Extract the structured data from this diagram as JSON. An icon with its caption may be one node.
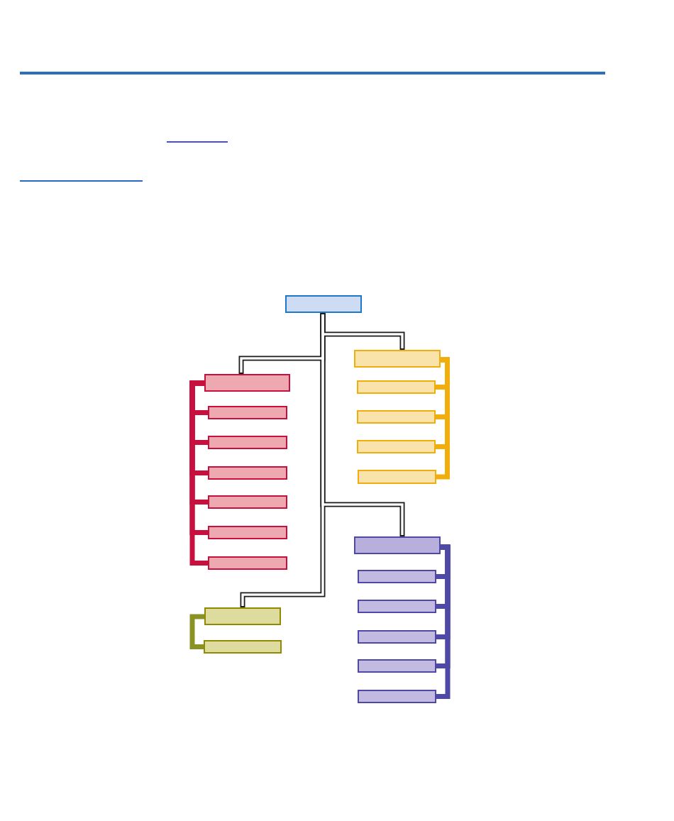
{
  "diagram": {
    "nodes": [
      {
        "text": [],
        "shape": "box"
      },
      {
        "text": [],
        "shape": "box"
      },
      {
        "text": [],
        "shape": "box"
      },
      {
        "text": [],
        "shape": "box"
      },
      {
        "text": [],
        "shape": "box"
      },
      {
        "text": [],
        "shape": "box"
      },
      {
        "text": [],
        "shape": "box"
      },
      {
        "text": [],
        "shape": "box"
      },
      {
        "text": [],
        "shape": "box"
      },
      {
        "text": [],
        "shape": "box"
      },
      {
        "text": [],
        "shape": "box"
      },
      {
        "text": [],
        "shape": "box"
      },
      {
        "text": [],
        "shape": "box"
      },
      {
        "text": [],
        "shape": "box"
      },
      {
        "text": [],
        "shape": "box"
      },
      {
        "text": [],
        "shape": "box"
      },
      {
        "text": [],
        "shape": "box"
      },
      {
        "text": [],
        "shape": "box"
      },
      {
        "text": [],
        "shape": "box"
      },
      {
        "text": [],
        "shape": "box"
      },
      {
        "text": [],
        "shape": "box"
      }
    ],
    "edges": [
      {
        "from": 0,
        "to": 1,
        "arrow": "none",
        "color": "#1e1e1e"
      },
      {
        "from": 0,
        "to": 8,
        "arrow": "none",
        "color": "#1e1e1e"
      },
      {
        "from": 0,
        "to": 13,
        "arrow": "none",
        "color": "#1e1e1e"
      },
      {
        "from": 0,
        "to": 19,
        "arrow": "none",
        "color": "#1e1e1e"
      },
      {
        "from": 1,
        "to": 2,
        "arrow": "none",
        "color": "#c8103f"
      },
      {
        "from": 1,
        "to": 3,
        "arrow": "none",
        "color": "#c8103f"
      },
      {
        "from": 1,
        "to": 4,
        "arrow": "none",
        "color": "#c8103f"
      },
      {
        "from": 1,
        "to": 5,
        "arrow": "none",
        "color": "#c8103f"
      },
      {
        "from": 1,
        "to": 6,
        "arrow": "none",
        "color": "#c8103f"
      },
      {
        "from": 1,
        "to": 7,
        "arrow": "none",
        "color": "#c8103f"
      },
      {
        "from": 8,
        "to": 9,
        "arrow": "none",
        "color": "#efae0c"
      },
      {
        "from": 8,
        "to": 10,
        "arrow": "none",
        "color": "#efae0c"
      },
      {
        "from": 8,
        "to": 11,
        "arrow": "none",
        "color": "#efae0c"
      },
      {
        "from": 8,
        "to": 12,
        "arrow": "none",
        "color": "#efae0c"
      },
      {
        "from": 13,
        "to": 14,
        "arrow": "none",
        "color": "#4e48a6"
      },
      {
        "from": 13,
        "to": 15,
        "arrow": "none",
        "color": "#4e48a6"
      },
      {
        "from": 13,
        "to": 16,
        "arrow": "none",
        "color": "#4e48a6"
      },
      {
        "from": 13,
        "to": 17,
        "arrow": "none",
        "color": "#4e48a6"
      },
      {
        "from": 13,
        "to": 18,
        "arrow": "none",
        "color": "#4e48a6"
      },
      {
        "from": 19,
        "to": 20,
        "arrow": "none",
        "color": "#8a9224"
      }
    ]
  }
}
